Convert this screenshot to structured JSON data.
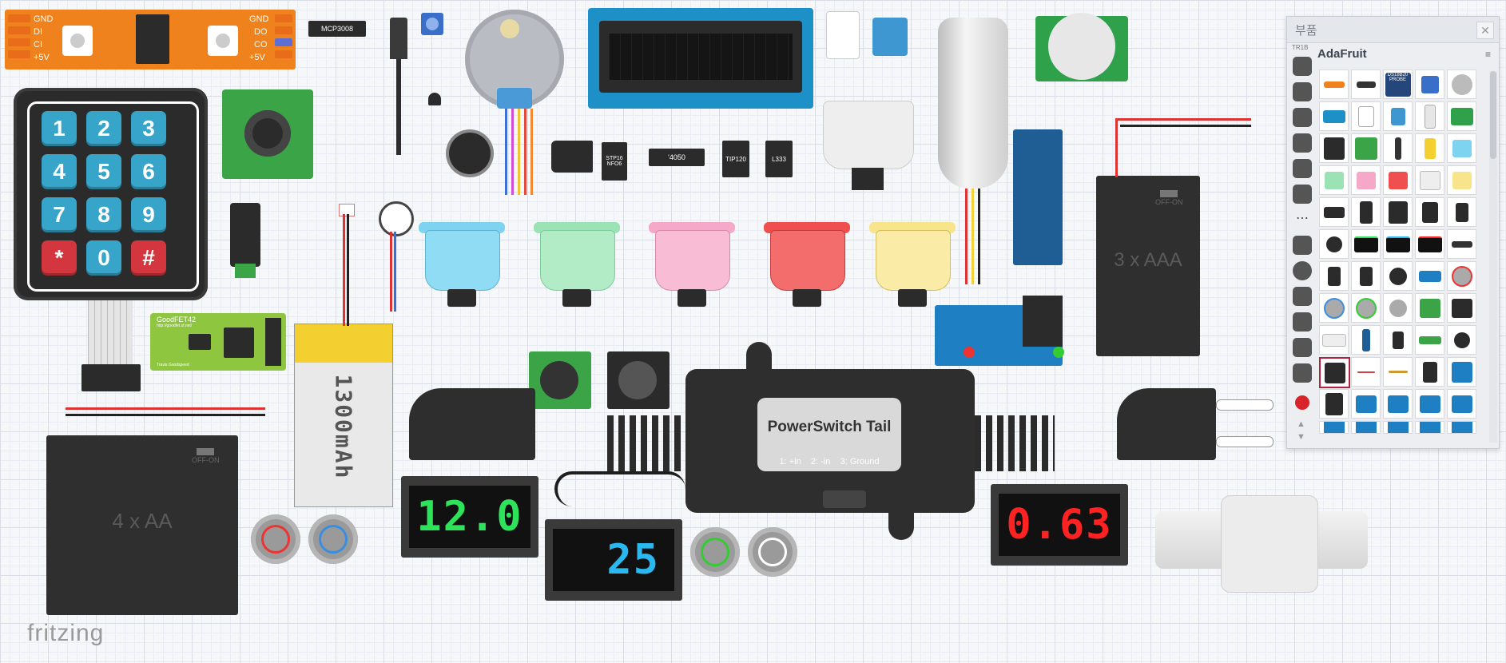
{
  "app": {
    "logo": "fritzing"
  },
  "strip": {
    "left_labels": [
      "GND",
      "DI",
      "CI",
      "+5V"
    ],
    "right_labels": [
      "GND",
      "DO",
      "CO",
      "+5V"
    ]
  },
  "mcp_chip": "MCP3008",
  "keypad": {
    "keys": [
      "1",
      "2",
      "3",
      "4",
      "5",
      "6",
      "7",
      "8",
      "9",
      "*",
      "0",
      "#"
    ]
  },
  "goodfet": {
    "title": "GoodFET42",
    "subtitle": "http://goodfet.sf.net/",
    "footer": "Travis Goodspeed"
  },
  "battery_4aa": {
    "label": "4 x AA",
    "switch": "OFF-ON"
  },
  "battery_3aaa": {
    "label": "3 x AAA",
    "switch": "OFF-ON"
  },
  "lipo": {
    "label": "1300mAh"
  },
  "ics": [
    {
      "label": "STP16 NFO6"
    },
    {
      "label": "'4050"
    },
    {
      "label": "TIP120"
    },
    {
      "label": "L333"
    }
  ],
  "powerswitch": {
    "title": "PowerSwitch Tail",
    "pins": "1: +in    2: -in    3: Ground"
  },
  "displays": [
    {
      "value": "12.0",
      "color": "#2de35a"
    },
    {
      "value": "25",
      "color": "#2ab8f0"
    },
    {
      "value": "0.63",
      "color": "#ff2222"
    }
  ],
  "panel": {
    "title": "부품",
    "close": "✕",
    "bin_label": "TR1B",
    "bin_name": "AdaFruit",
    "menu_icon": "≡",
    "cell_labels": {
      "probe": "DS18B20 PROBE"
    }
  },
  "colors": {
    "arcade": [
      "#7ed3f0",
      "#9be3b5",
      "#f6a8c8",
      "#f04f4f",
      "#f8e48a"
    ],
    "canvas_bg": "#f6f7f9",
    "panel_bg": "#eceef2"
  }
}
